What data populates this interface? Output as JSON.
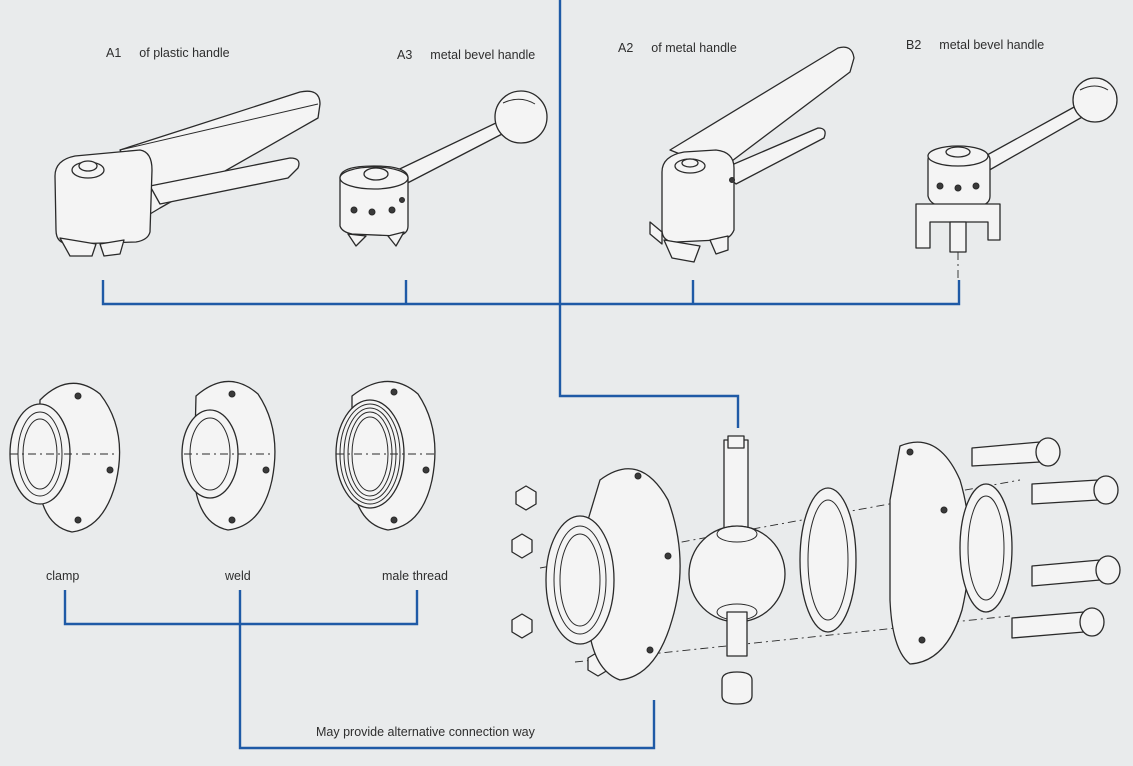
{
  "handles": [
    {
      "code": "A1",
      "name": "of plastic handle"
    },
    {
      "code": "A3",
      "name": "metal bevel handle"
    },
    {
      "code": "A2",
      "name": "of metal handle"
    },
    {
      "code": "B2",
      "name": "metal bevel handle"
    }
  ],
  "connections": [
    "clamp",
    "weld",
    "male thread"
  ],
  "footer_note": "May provide alternative connection way",
  "colors": {
    "background": "#e9ebec",
    "connector_line": "#1f5aa6",
    "drawing_stroke": "#2a2a2a"
  }
}
